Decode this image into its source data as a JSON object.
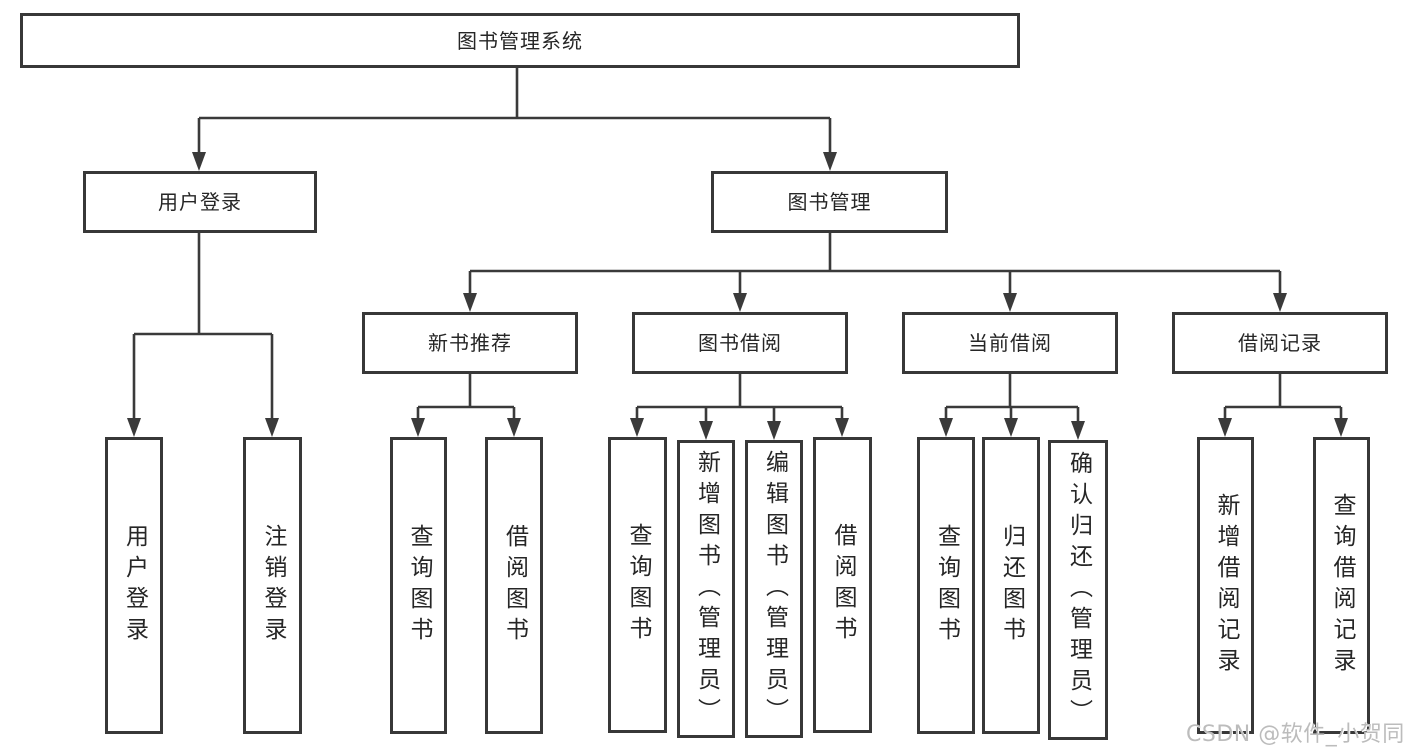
{
  "diagram": {
    "title_node": {
      "id": "root",
      "label": "图书管理系统"
    },
    "branch_nodes": [
      {
        "id": "user-login",
        "label": "用户登录",
        "parent": "root"
      },
      {
        "id": "book-management",
        "label": "图书管理",
        "parent": "root"
      },
      {
        "id": "new-book-recommend",
        "label": "新书推荐",
        "parent": "book-management"
      },
      {
        "id": "book-borrow",
        "label": "图书借阅",
        "parent": "book-management"
      },
      {
        "id": "current-borrow",
        "label": "当前借阅",
        "parent": "book-management"
      },
      {
        "id": "borrow-record",
        "label": "借阅记录",
        "parent": "book-management"
      }
    ],
    "leaf_nodes": [
      {
        "id": "leaf-user-login",
        "label": "用户登录",
        "parent": "user-login"
      },
      {
        "id": "leaf-logout",
        "label": "注销登录",
        "parent": "user-login"
      },
      {
        "id": "leaf-query-book-recommend",
        "label": "查询图书",
        "parent": "new-book-recommend"
      },
      {
        "id": "leaf-borrow-book-recommend",
        "label": "借阅图书",
        "parent": "new-book-recommend"
      },
      {
        "id": "leaf-query-book-borrow",
        "label": "查询图书",
        "parent": "book-borrow"
      },
      {
        "id": "leaf-add-book-admin",
        "label": "新增图书（管理员）",
        "parent": "book-borrow"
      },
      {
        "id": "leaf-edit-book-admin",
        "label": "编辑图书（管理员）",
        "parent": "book-borrow"
      },
      {
        "id": "leaf-borrow-book-borrow",
        "label": "借阅图书",
        "parent": "book-borrow"
      },
      {
        "id": "leaf-query-book-current",
        "label": "查询图书",
        "parent": "current-borrow"
      },
      {
        "id": "leaf-return-book",
        "label": "归还图书",
        "parent": "current-borrow"
      },
      {
        "id": "leaf-confirm-return-admin",
        "label": "确认归还（管理员）",
        "parent": "current-borrow"
      },
      {
        "id": "leaf-add-borrow-record",
        "label": "新增借阅记录",
        "parent": "borrow-record"
      },
      {
        "id": "leaf-query-borrow-record",
        "label": "查询借阅记录",
        "parent": "borrow-record"
      }
    ]
  },
  "watermark": {
    "text": "CSDN @软件_小贺同学"
  },
  "colors": {
    "line": "#3a3a3a",
    "box_border": "#383838",
    "text": "#262626",
    "background": "#ffffff",
    "watermark": "#bcbcbc"
  }
}
